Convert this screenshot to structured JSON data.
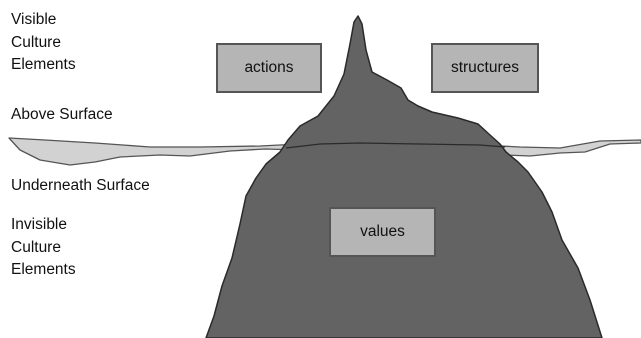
{
  "labels": {
    "visible": [
      "Visible",
      "Culture",
      "Elements"
    ],
    "above_surface": "Above Surface",
    "underneath_surface": "Underneath Surface",
    "invisible": [
      "Invisible",
      "Culture",
      "Elements"
    ]
  },
  "boxes": {
    "actions": "actions",
    "structures": "structures",
    "values": "values"
  },
  "colors": {
    "iceberg_fill": "#636363",
    "iceberg_outline": "#2a2a2a",
    "water_fill": "#d2d2d2",
    "water_line": "#555555",
    "box_fill": "#b5b5b5",
    "box_border": "#555555"
  }
}
